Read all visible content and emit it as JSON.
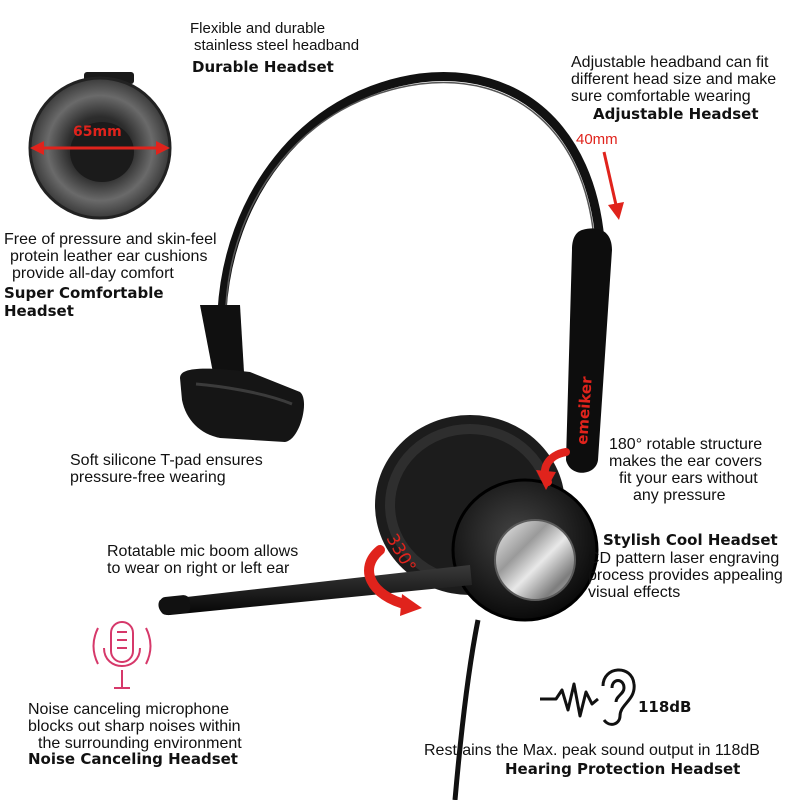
{
  "durable": {
    "desc": [
      "Flexible and durable",
      "stainless steel headband"
    ],
    "title": "Durable Headset"
  },
  "adjustable": {
    "desc": [
      "Adjustable headband can fit",
      "different head size and make",
      "sure comfortable wearing"
    ],
    "title": "Adjustable Headset",
    "measure": "40mm"
  },
  "comfortable": {
    "cushion_size": "65mm",
    "desc": [
      "Free of pressure and skin-feel",
      "protein leather ear cushions",
      "provide all-day comfort"
    ],
    "title": [
      "Super Comfortable",
      "Headset"
    ]
  },
  "tpad": {
    "desc": [
      "Soft silicone T-pad ensures",
      "pressure-free wearing"
    ]
  },
  "rotatable": {
    "desc": [
      "180° rotable structure",
      "makes the ear covers",
      "fit your ears without",
      "any pressure"
    ]
  },
  "stylish": {
    "title": "Stylish Cool Headset",
    "desc": [
      "CD pattern laser engraving",
      "process provides appealing",
      "visual effects"
    ]
  },
  "mic_boom": {
    "desc": [
      "Rotatable mic boom allows",
      "to wear on right or left ear"
    ],
    "angle": "330°"
  },
  "noise": {
    "icon": "microphone-icon",
    "desc": [
      "Noise canceling microphone",
      "blocks out sharp noises within",
      "the surrounding environment"
    ],
    "title": "Noise Canceling Headset"
  },
  "hearing": {
    "icon": "ear-soundwave-icon",
    "db": "118dB",
    "desc": "Restrains the Max. peak sound output in 118dB",
    "title": "Hearing Protection Headset"
  },
  "brand": "emeiker",
  "colors": {
    "accent": "#e0231c",
    "mic_icon": "#d6386a",
    "text": "#111111"
  }
}
